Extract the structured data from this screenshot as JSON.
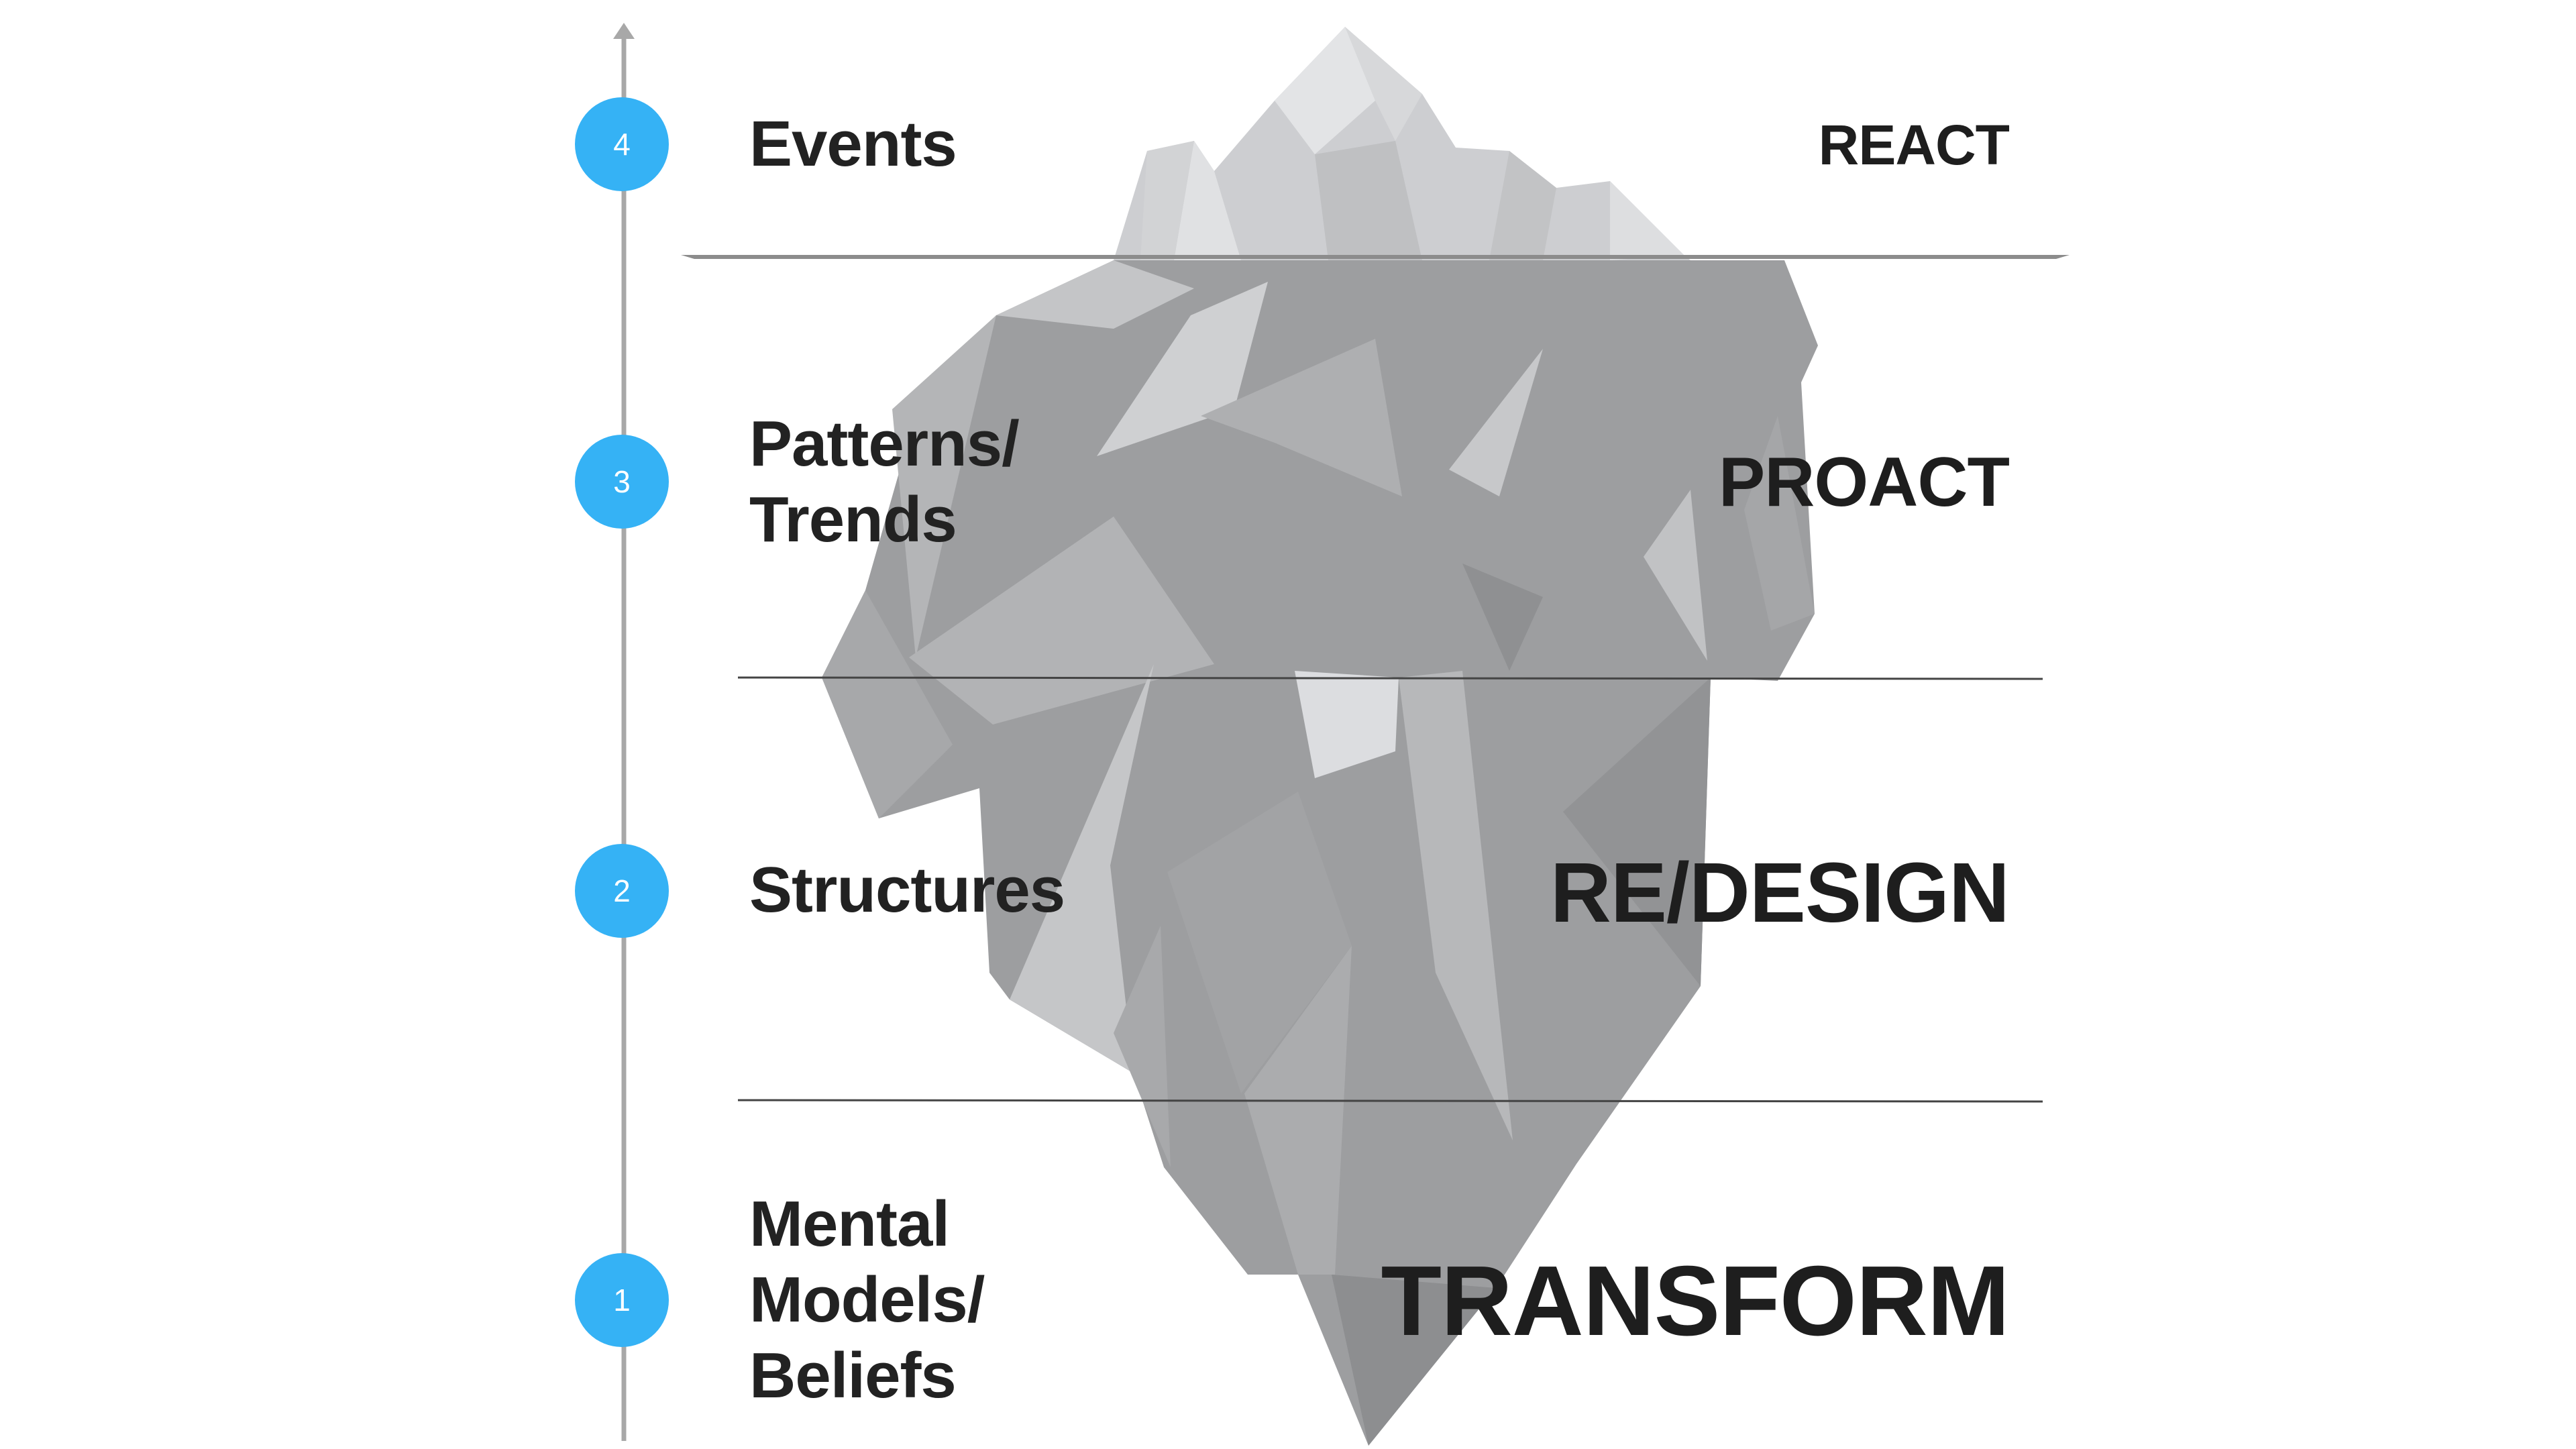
{
  "levels": [
    {
      "number": "4",
      "label_lines": [
        "Events"
      ],
      "action": "REACT"
    },
    {
      "number": "3",
      "label_lines": [
        "Patterns/",
        "Trends"
      ],
      "action": "PROACT"
    },
    {
      "number": "2",
      "label_lines": [
        "Structures"
      ],
      "action": "RE/DESIGN"
    },
    {
      "number": "1",
      "label_lines": [
        "Mental",
        "Models/",
        "Beliefs"
      ],
      "action": "TRANSFORM"
    }
  ],
  "colors": {
    "marker": "#35b2f5",
    "axis": "#a8a8a8",
    "text": "#222222",
    "divider": "#444444",
    "waterline": "#8c8c8c",
    "ice_above": "#d0d0d2",
    "ice_below": "#9a9b9d"
  }
}
